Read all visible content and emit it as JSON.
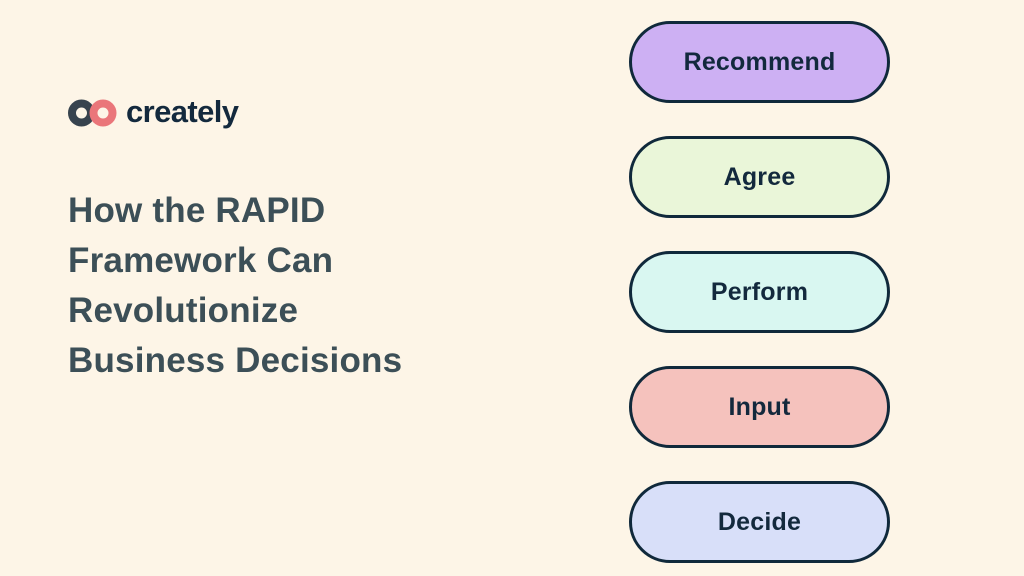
{
  "canvas": {
    "background": "#FDF5E7"
  },
  "logo": {
    "brand": "creately",
    "ring_left_color": "#37434E",
    "ring_right_color": "#EA767A",
    "wordmark_color": "#13293D"
  },
  "heading": {
    "text": "How the RAPID Framework Can Revolutionize Business Decisions",
    "lines": [
      "How the RAPID",
      "Framework Can",
      "Revolutionize",
      "Business Decisions"
    ],
    "color": "#3C4F57"
  },
  "pill_style": {
    "border_color": "#10293B",
    "text_color": "#13293D"
  },
  "pills": [
    {
      "label": "Recommend",
      "fill": "#CDB0F3"
    },
    {
      "label": "Agree",
      "fill": "#EAF6D9"
    },
    {
      "label": "Perform",
      "fill": "#D9F7F1"
    },
    {
      "label": "Input",
      "fill": "#F5C2BD"
    },
    {
      "label": "Decide",
      "fill": "#D8DFF9"
    }
  ]
}
